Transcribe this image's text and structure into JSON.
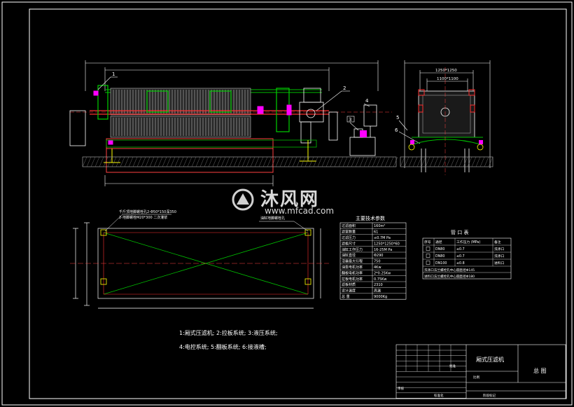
{
  "tech_table": {
    "title": "主要技术参数",
    "rows": [
      [
        "过滤面积",
        "160m²"
      ],
      [
        "滤室数量",
        "61"
      ],
      [
        "过滤压力",
        "≤0.7M Pa"
      ],
      [
        "滤板尺寸",
        "1250*1250*60"
      ],
      [
        "油缸工作压力",
        "16-25M Pa"
      ],
      [
        "油缸直径",
        "Φ290"
      ],
      [
        "活塞最大行程",
        "750"
      ],
      [
        "油泵电机功率",
        "4Kw"
      ],
      [
        "翻板电机功率",
        "2*0.25Kw"
      ],
      [
        "拉板电机功率",
        "0.75Kw"
      ],
      [
        "滤板材质",
        "2310"
      ],
      [
        "设计温度",
        "高温"
      ],
      [
        "总   重",
        "9000Kg"
      ]
    ]
  },
  "port_table": {
    "title": "管 口 表",
    "headers": [
      "序号",
      "通径",
      "工作压力 (MPa)",
      "备注"
    ],
    "rows": [
      [
        "",
        "DN80",
        "≤0.7",
        "洗涤口"
      ],
      [
        "",
        "DN80",
        "≤0.7",
        "洗涤口"
      ],
      [
        "",
        "DN100",
        "≤0.8",
        "进料口"
      ]
    ],
    "notes": [
      "洗涤口法兰螺栓孔中心圆直径Φ145",
      "进料口法兰螺栓孔中心圆直径Φ180"
    ]
  },
  "legend_line1": "1:厢式压滤机; 2:拉板系统; 3:液压系统;",
  "legend_line2": "4:电控系统; 5:翻板系统; 6:接液槽;",
  "plan_note1": "千斤顶地脚螺栓孔2-Φ50*150深350",
  "plan_note2": "2-地脚螺栓M20*300  二次灌浆",
  "plan_note3": "油缸地脚螺栓孔",
  "dim_top": "1250*1250",
  "dim_top2": "1100*1100",
  "callouts": [
    "1",
    "2",
    "3",
    "4",
    "5",
    "6"
  ],
  "title_block": {
    "product": "厢式压滤机",
    "drawing": "总 图",
    "cells": [
      "比例",
      "审核",
      "标准化",
      "批准",
      "阶段标记"
    ]
  },
  "watermark": {
    "big": "沐风网",
    "small": "www.mfcad.com"
  }
}
